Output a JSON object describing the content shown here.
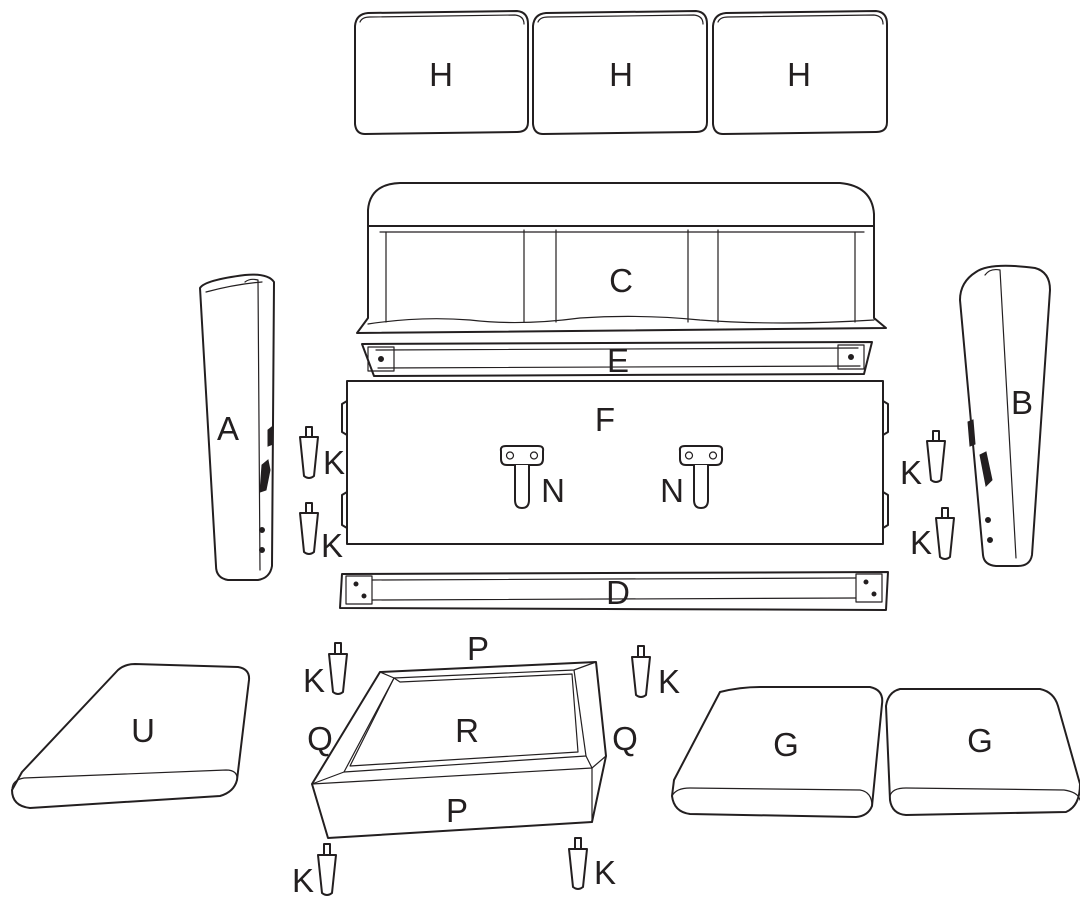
{
  "labels": {
    "H1": "H",
    "H2": "H",
    "H3": "H",
    "C": "C",
    "E": "E",
    "F": "F",
    "A": "A",
    "B": "B",
    "D": "D",
    "N1": "N",
    "N2": "N",
    "K1": "K",
    "K2": "K",
    "K3": "K",
    "K4": "K",
    "K5": "K",
    "K6": "K",
    "K7": "K",
    "K8": "K",
    "P1": "P",
    "P2": "P",
    "Q1": "Q",
    "Q2": "Q",
    "R": "R",
    "U": "U",
    "G1": "G",
    "G2": "G"
  },
  "colors": {
    "line": "#231f20",
    "fill": "#ffffff"
  }
}
